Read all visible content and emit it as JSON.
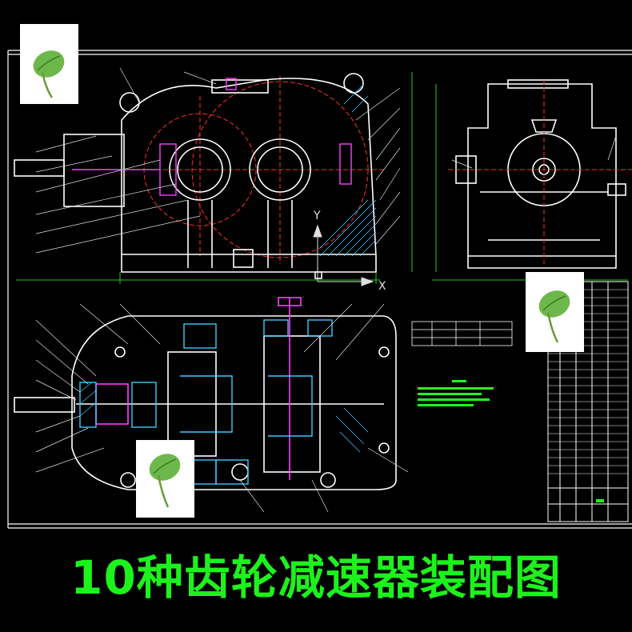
{
  "caption": {
    "text": "10种齿轮减速器装配图",
    "color": "#1df21d"
  },
  "drawing": {
    "background": "#000000",
    "line_colors": {
      "outline": "#ffffff",
      "centerline": "#ff3030",
      "leader": "#e0e0e0",
      "part": "#ff40ff",
      "hatch": "#40c8ff",
      "table_text": "#20ff20"
    },
    "axis_labels": {
      "y": "Y",
      "x": "X"
    }
  },
  "thumbnails": [
    {
      "name": "leaf-icon"
    },
    {
      "name": "leaf-icon"
    },
    {
      "name": "leaf-icon"
    }
  ]
}
